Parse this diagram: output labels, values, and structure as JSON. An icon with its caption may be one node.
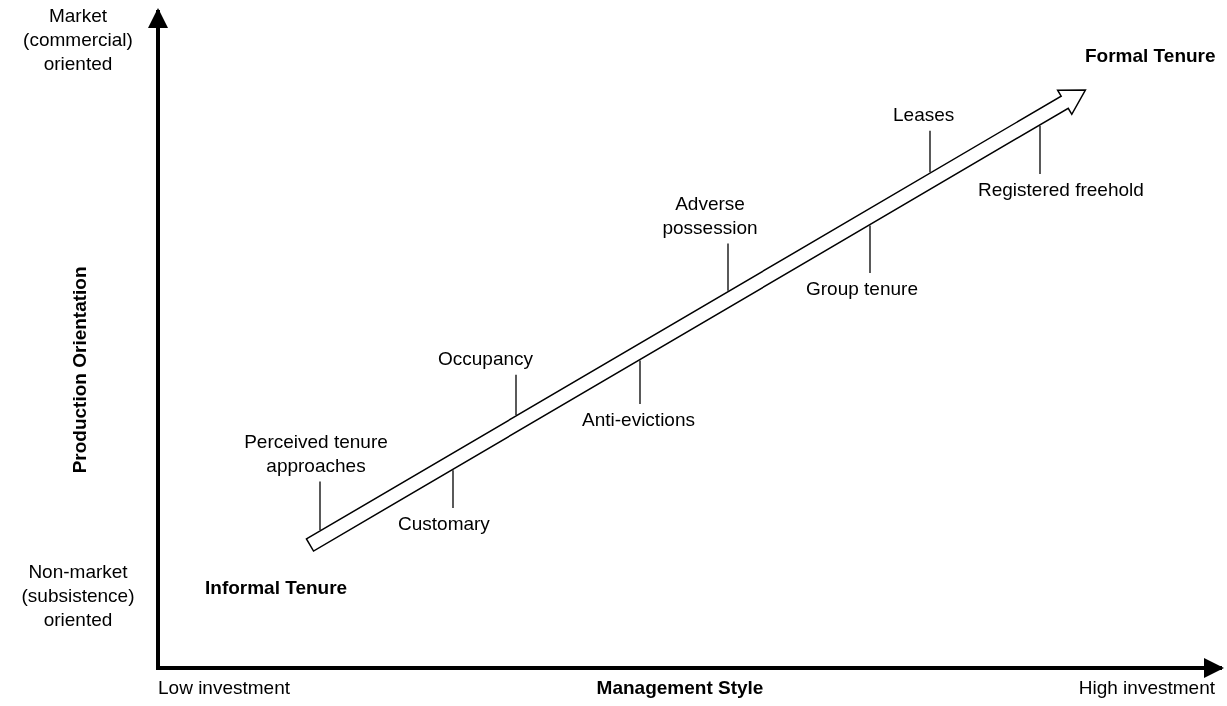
{
  "diagram": {
    "nodes": [
      {
        "text": [
          "Perceived tenure approaches"
        ]
      },
      {
        "text": [
          "Occupancy"
        ]
      },
      {
        "text": [
          "Customary"
        ]
      },
      {
        "text": [
          "Adverse possession"
        ]
      },
      {
        "text": [
          "Anti-evictions"
        ]
      },
      {
        "text": [
          "Group tenure"
        ]
      },
      {
        "text": [
          "Leases"
        ]
      },
      {
        "text": [
          "Registered freehold"
        ]
      },
      {
        "text": [],
        "shape": "arrow"
      }
    ],
    "edges": [
      {
        "from": 0,
        "to": 8,
        "arrow": "none"
      },
      {
        "from": 1,
        "to": 8,
        "arrow": "none"
      },
      {
        "from": 2,
        "to": 8,
        "arrow": "none"
      },
      {
        "from": 3,
        "to": 8,
        "arrow": "none"
      },
      {
        "from": 4,
        "to": 8,
        "arrow": "none"
      },
      {
        "from": 5,
        "to": 8,
        "arrow": "none"
      },
      {
        "from": 6,
        "to": 8,
        "arrow": "none"
      },
      {
        "from": 7,
        "to": 8,
        "arrow": "none"
      }
    ],
    "labels": [
      "Market (commercial) oriented",
      "Formal Tenure",
      "Production Orientation",
      "Informal Tenure",
      "Non-market (subsistence) oriented",
      "Low investment",
      "Management Style",
      "High investment"
    ]
  }
}
